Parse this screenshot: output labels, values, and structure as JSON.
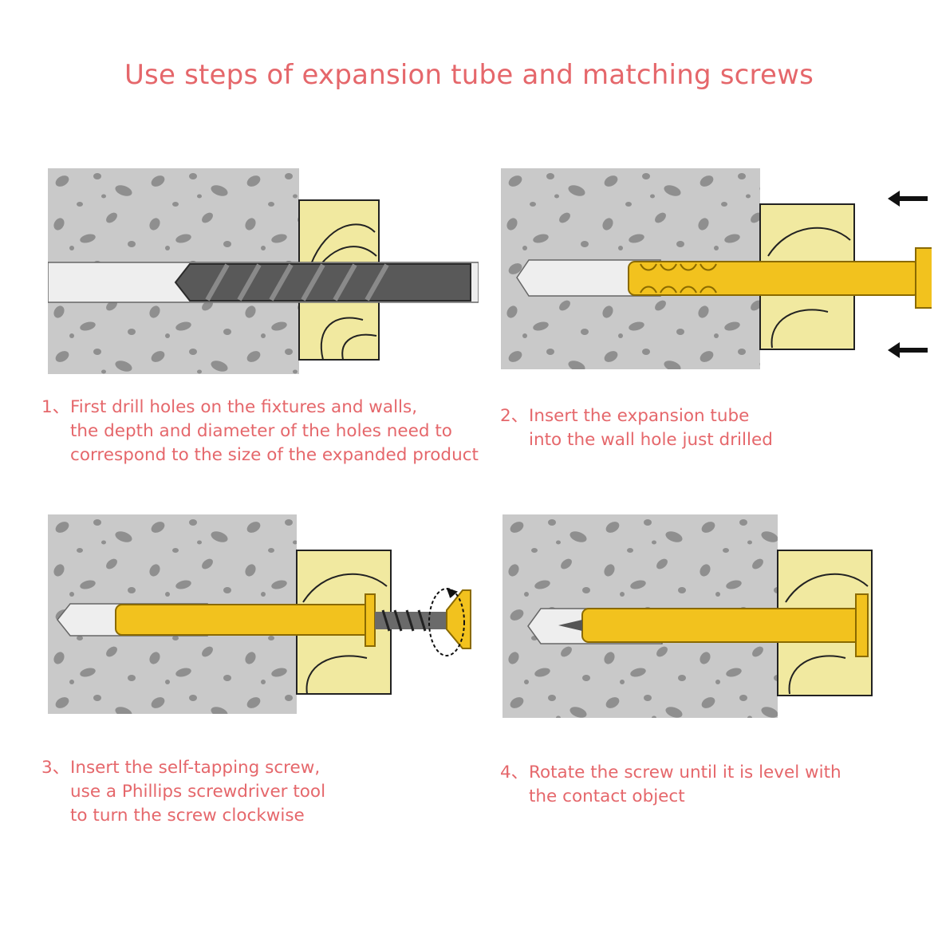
{
  "title": "Use steps of expansion tube and matching screws",
  "colors": {
    "caption": "#e5676b",
    "wall": "#c9c9c9",
    "wall_speckle": "#8f8f8f",
    "wood": "#f1e9a0",
    "anchor": "#f2c21e",
    "drill": "#595959"
  },
  "steps": [
    {
      "number": "1、",
      "lines": [
        "First drill holes on the fixtures and walls,",
        "the depth and diameter of the holes need to",
        "correspond to the size of the expanded product"
      ]
    },
    {
      "number": "2、",
      "lines": [
        "Insert the expansion tube",
        "into the wall hole just drilled"
      ]
    },
    {
      "number": "3、",
      "lines": [
        "Insert the self-tapping screw,",
        "use a Phillips screwdriver tool",
        "to turn the screw clockwise"
      ]
    },
    {
      "number": "4、",
      "lines": [
        "Rotate the screw until it is level with",
        "the contact object"
      ]
    }
  ],
  "icons": [
    "push-arrow-icon",
    "clockwise-rotate-icon"
  ]
}
